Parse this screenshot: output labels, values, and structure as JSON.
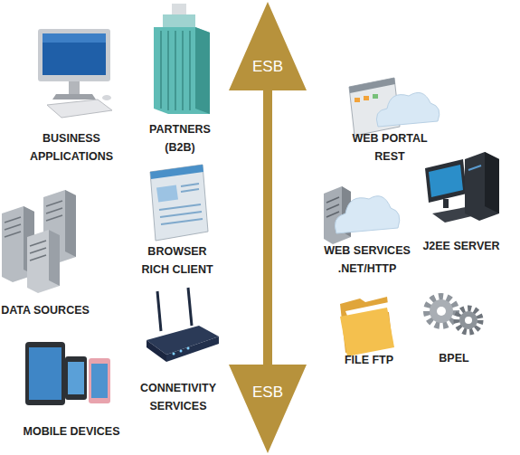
{
  "diagram": {
    "nodes": [
      {
        "text": [
          "ESB",
          "ESB"
        ]
      }
    ],
    "labels": [
      "BUSINESS APPLICATIONS",
      "PARTNERS (B2B)",
      "WEB PORTAL REST",
      "J2EE SERVER",
      "WEB SERVICES .NET/HTTP",
      "BROWSER RICH CLIENT",
      "DATA SOURCES",
      "BPEL",
      "FILE FTP",
      "CONNETIVITY SERVICES",
      "MOBILE DEVICES"
    ]
  }
}
